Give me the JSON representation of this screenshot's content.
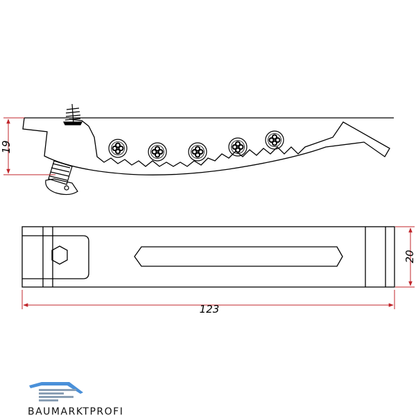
{
  "dimensions": {
    "height_side": "19",
    "height_top": "20",
    "length": "123"
  },
  "brand": {
    "name": "BAUMARKTPROFI",
    "icon": "roof-house-logo-icon"
  },
  "colors": {
    "line": "#000000",
    "dimension": "#c0262b",
    "brand_blue": "#4a90d9",
    "brand_grey": "#8a9fb5",
    "brand_text": "#111111"
  }
}
